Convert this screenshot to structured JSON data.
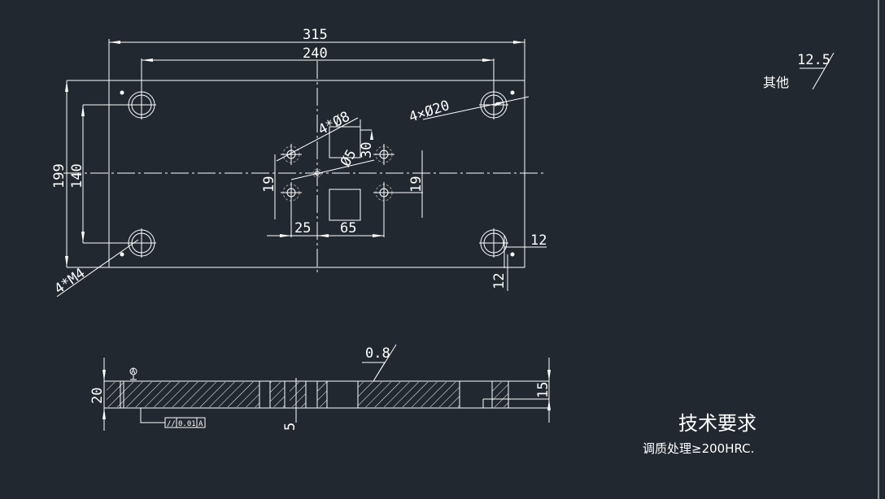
{
  "drawing": {
    "top_view": {
      "dims": {
        "overall_width": "315",
        "hole_spacing_x": "240",
        "overall_height": "199",
        "hole_spacing_y": "140",
        "large_holes": "4×Ø20",
        "tapped_holes": "4*M4",
        "small_holes": "4*Ø8",
        "center_hole": "Ø5",
        "square_size": "30",
        "offset_left": "25",
        "offset_right": "65",
        "offset_y_left": "19",
        "offset_y_right": "19",
        "edge_x": "12",
        "edge_y": "12"
      }
    },
    "section_view": {
      "thickness": "20",
      "step_thickness": "15",
      "groove_depth": "5",
      "roughness": "0.8",
      "datum": "A",
      "tolerance": {
        "symbol": "//",
        "value": "0.01",
        "datum": "A"
      }
    },
    "roughness_other": {
      "label": "其他",
      "value": "12.5"
    },
    "technical_requirements": {
      "title": "技术要求",
      "items": [
        "调质处理≥200HRC."
      ]
    }
  },
  "colors": {
    "background": "#212830",
    "lines": "#ffffff"
  }
}
